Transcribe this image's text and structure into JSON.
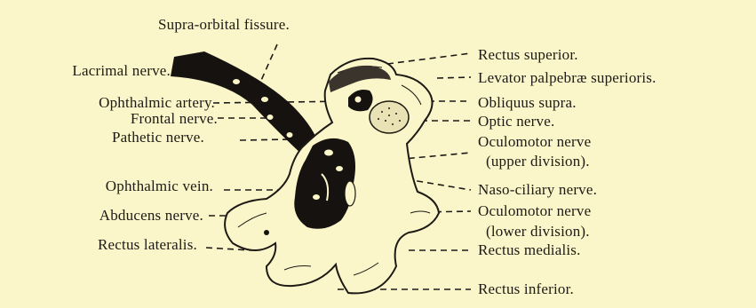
{
  "title": "Supra-orbital fissure.",
  "labels_left": [
    "Lacrimal nerve.",
    "Ophthalmic artery.",
    "Frontal nerve.",
    "Pathetic nerve.",
    "Ophthalmic vein.",
    "Abducens nerve.",
    "Rectus lateralis."
  ],
  "labels_right": [
    "Rectus superior.",
    "Levator palpebræ superioris.",
    "Obliquus supra.",
    "Optic nerve.",
    "Oculomotor nerve",
    "(upper division).",
    "Naso-ciliary nerve.",
    "Oculomotor nerve",
    "(lower division).",
    "Rectus medialis.",
    "Rectus inferior."
  ],
  "colors": {
    "paper": "#fbf6c9",
    "ink": "#1d1a16"
  }
}
